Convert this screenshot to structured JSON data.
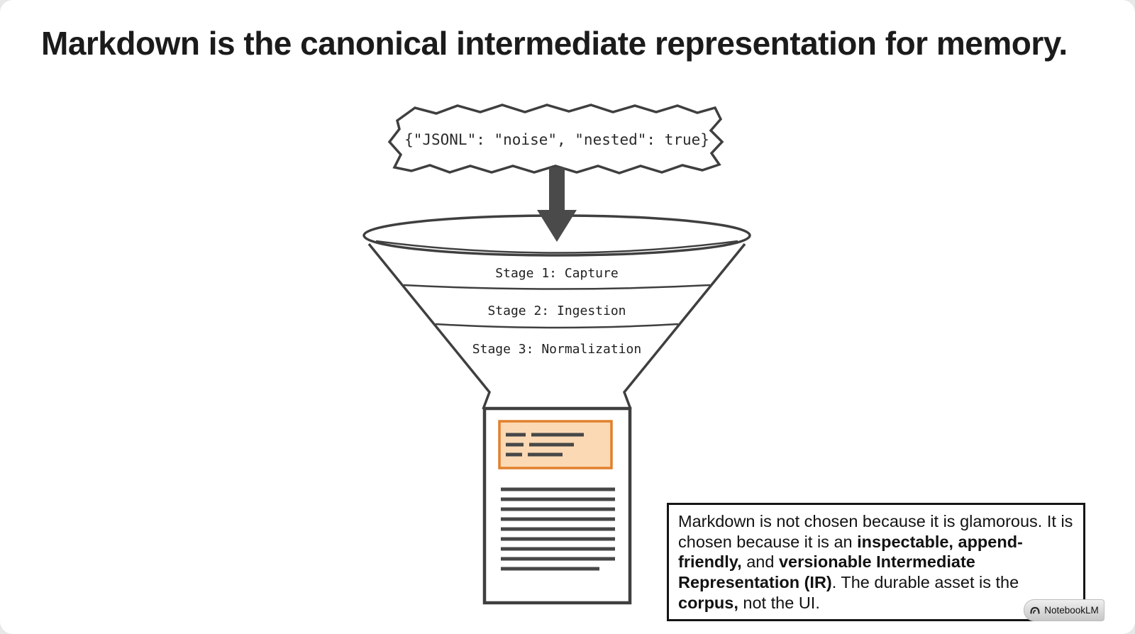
{
  "title": "Markdown is the canonical intermediate representation for memory.",
  "diagram": {
    "jsonl_label": "{\"JSONL\": \"noise\", \"nested\": true}",
    "stages": [
      "Stage 1: Capture",
      "Stage 2: Ingestion",
      "Stage 3: Normalization"
    ]
  },
  "callout": {
    "segments": [
      {
        "text": "Markdown is not chosen because it is glamorous. It is chosen because it is an ",
        "bold": false
      },
      {
        "text": "inspectable, append-friendly,",
        "bold": true
      },
      {
        "text": " and ",
        "bold": false
      },
      {
        "text": "versionable Intermediate Representation (IR)",
        "bold": true
      },
      {
        "text": ". The durable asset is the ",
        "bold": false
      },
      {
        "text": "corpus,",
        "bold": true
      },
      {
        "text": " not the UI.",
        "bold": false
      }
    ]
  },
  "badge": {
    "label": "NotebookLM"
  },
  "colors": {
    "stroke_dark": "#3f3f3f",
    "arrow": "#4a4a4a",
    "orange_fill": "#fbd9b4",
    "orange_stroke": "#e0812d",
    "text": "#1b1b1b"
  }
}
